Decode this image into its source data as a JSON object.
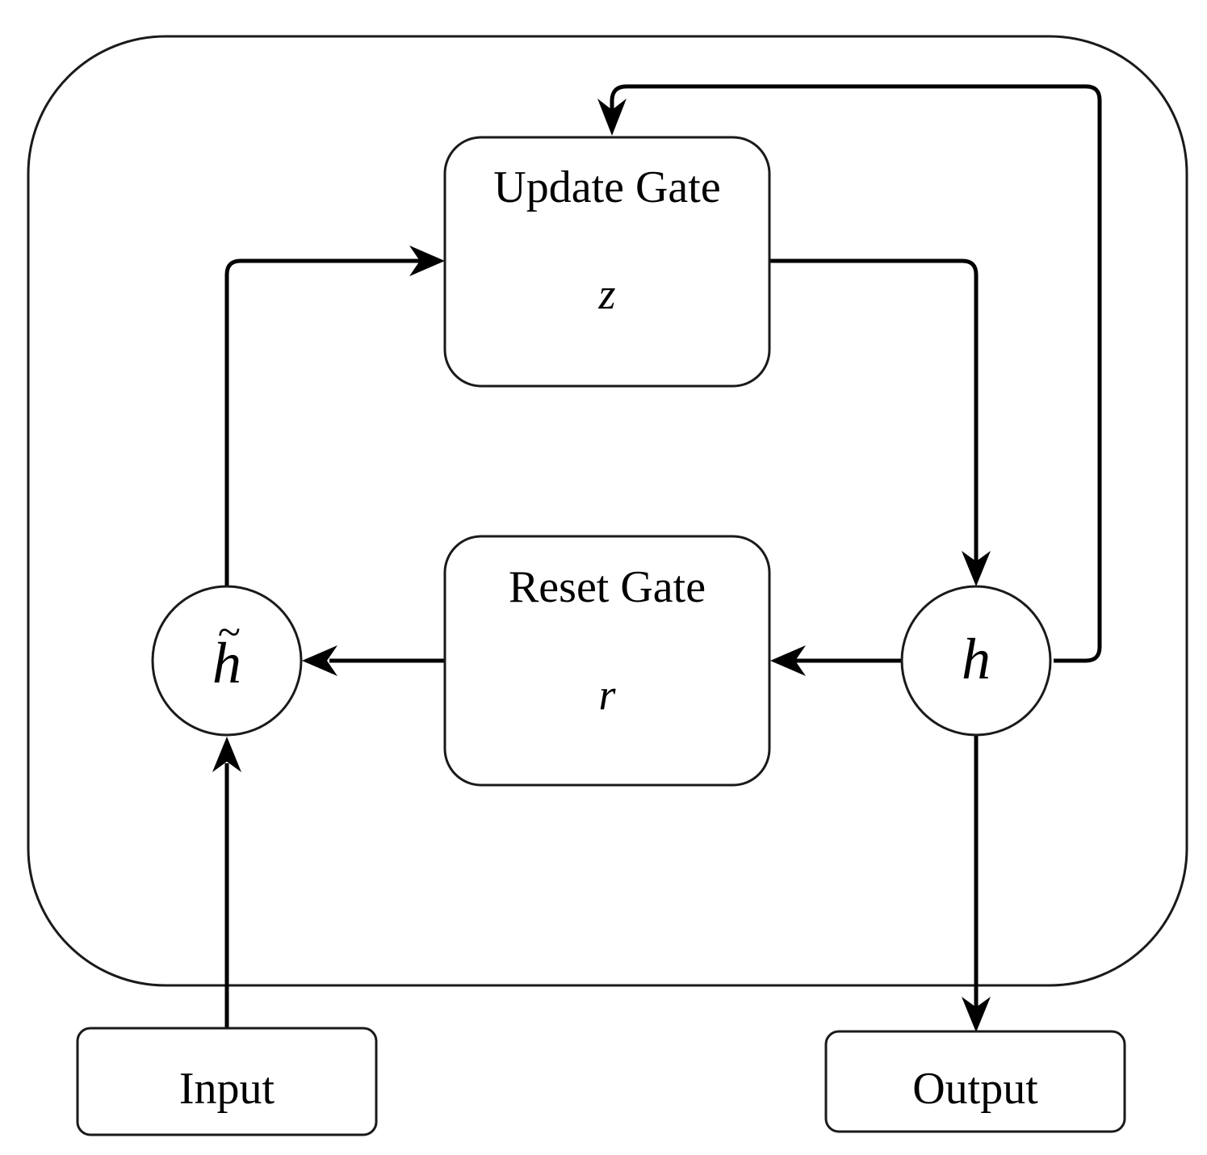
{
  "update_gate": {
    "title": "Update Gate",
    "symbol": "z"
  },
  "reset_gate": {
    "title": "Reset Gate",
    "symbol": "r"
  },
  "candidate_node": {
    "symbol": "h",
    "accent": "~"
  },
  "hidden_node": {
    "symbol": "h"
  },
  "input_box": {
    "label": "Input"
  },
  "output_box": {
    "label": "Output"
  },
  "colors": {
    "stroke": "#000000",
    "background": "#ffffff"
  }
}
